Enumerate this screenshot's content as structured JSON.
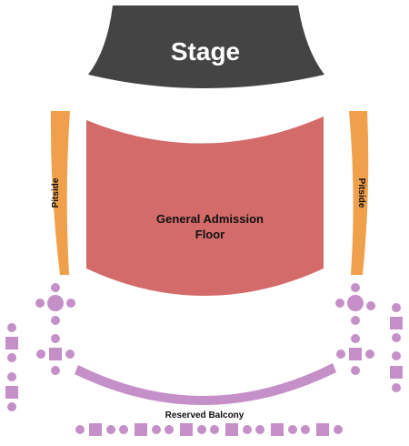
{
  "sections": {
    "stage": {
      "label": "Stage"
    },
    "general_admission": {
      "label_line1": "General Admission",
      "label_line2": "Floor"
    },
    "pitside_left": {
      "label": "Pitside"
    },
    "pitside_right": {
      "label": "Pitside"
    },
    "reserved_balcony": {
      "label": "Reserved Balcony"
    }
  },
  "colors": {
    "stage": "#444444",
    "general_admission": "#d46b6b",
    "pitside": "#f0a04b",
    "balcony": "#c58fc8",
    "background": "#ffffff"
  }
}
